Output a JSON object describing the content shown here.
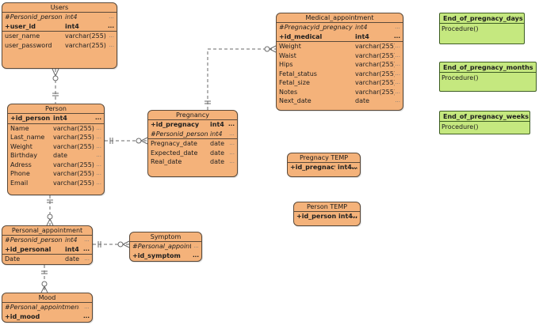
{
  "entities": {
    "users": {
      "title": "Users",
      "sections": [
        [
          {
            "name": "#Personid_person",
            "type": "int4",
            "kind": "fk"
          },
          {
            "name": "+user_id",
            "type": "int4",
            "kind": "pk"
          }
        ],
        [
          {
            "name": "user_name",
            "type": "varchar(255)",
            "kind": "attr"
          },
          {
            "name": "user_password",
            "type": "varchar(255)",
            "kind": "attr"
          }
        ]
      ]
    },
    "person": {
      "title": "Person",
      "sections": [
        [
          {
            "name": "+id_person",
            "type": "int4",
            "kind": "pk"
          }
        ],
        [
          {
            "name": "Name",
            "type": "varchar(255)",
            "kind": "attr"
          },
          {
            "name": "Last_name",
            "type": "varchar(255)",
            "kind": "attr"
          },
          {
            "name": "Weight",
            "type": "varchar(255)",
            "kind": "attr"
          },
          {
            "name": "Birthday",
            "type": "date",
            "kind": "attr"
          },
          {
            "name": "Adress",
            "type": "varchar(255)",
            "kind": "attr"
          },
          {
            "name": "Phone",
            "type": "varchar(255)",
            "kind": "attr"
          },
          {
            "name": "Email",
            "type": "varchar(255)",
            "kind": "attr"
          }
        ]
      ]
    },
    "pregnancy": {
      "title": "Pregnancy",
      "sections": [
        [
          {
            "name": "+id_pregnacy",
            "type": "int4",
            "kind": "pk"
          },
          {
            "name": "#Personid_person",
            "type": "int4",
            "kind": "fk"
          }
        ],
        [
          {
            "name": "Pregnacy_date",
            "type": "date",
            "kind": "attr"
          },
          {
            "name": "Expected_date",
            "type": "date",
            "kind": "attr"
          },
          {
            "name": "Real_date",
            "type": "date",
            "kind": "attr"
          }
        ]
      ]
    },
    "medical": {
      "title": "Medical_appointment",
      "sections": [
        [
          {
            "name": "#Pregnacyid_pregnacy",
            "type": "int4",
            "kind": "fk"
          },
          {
            "name": "+id_medical",
            "type": "int4",
            "kind": "pk"
          }
        ],
        [
          {
            "name": "Weight",
            "type": "varchar(255)",
            "kind": "attr"
          },
          {
            "name": "Waist",
            "type": "varchar(255)",
            "kind": "attr"
          },
          {
            "name": "Hips",
            "type": "varchar(255)",
            "kind": "attr"
          },
          {
            "name": "Fetal_status",
            "type": "varchar(255)",
            "kind": "attr"
          },
          {
            "name": "Fetal_size",
            "type": "varchar(255)",
            "kind": "attr"
          },
          {
            "name": "Notes",
            "type": "varchar(255)",
            "kind": "attr"
          },
          {
            "name": "Next_date",
            "type": "date",
            "kind": "attr"
          }
        ]
      ]
    },
    "personal_appointment": {
      "title": "Personal_appointment",
      "sections": [
        [
          {
            "name": "#Personid_person",
            "type": "int4",
            "kind": "fk"
          },
          {
            "name": "+id_personal",
            "type": "int4",
            "kind": "pk"
          }
        ],
        [
          {
            "name": "Date",
            "type": "date",
            "kind": "attr"
          }
        ]
      ]
    },
    "symptom": {
      "title": "Symptom",
      "sections": [
        [
          {
            "name": "#Personal_appointme...",
            "type": "",
            "kind": "fk"
          },
          {
            "name": "+id_symptom",
            "type": "",
            "kind": "pk"
          }
        ]
      ]
    },
    "mood": {
      "title": "Mood",
      "sections": [
        [
          {
            "name": "#Personal_appointmentid_p...",
            "type": "",
            "kind": "fk"
          },
          {
            "name": "+id_mood",
            "type": "",
            "kind": "pk"
          }
        ]
      ]
    },
    "pregnacy_temp": {
      "title": "Pregnacy TEMP",
      "sections": [
        [
          {
            "name": "+id_pregnacy",
            "type": "int4...",
            "kind": "pk"
          }
        ]
      ]
    },
    "person_temp": {
      "title": "Person TEMP",
      "sections": [
        [
          {
            "name": "+id_person",
            "type": "int4...",
            "kind": "pk"
          }
        ]
      ]
    }
  },
  "procedures": {
    "days": {
      "title": "End_of_pregnacy_days",
      "body": "Procedure()"
    },
    "months": {
      "title": "End_of_pregnacy_months",
      "body": "Procedure()"
    },
    "weeks": {
      "title": "End_of_pregnacy_weeks",
      "body": "Procedure()"
    }
  },
  "colors": {
    "entity_fill": "#f4b27a",
    "entity_border": "#5b4a3a",
    "procedure_fill": "#c5e87f",
    "procedure_border": "#3f5e26",
    "line": "#6a6a6a"
  }
}
